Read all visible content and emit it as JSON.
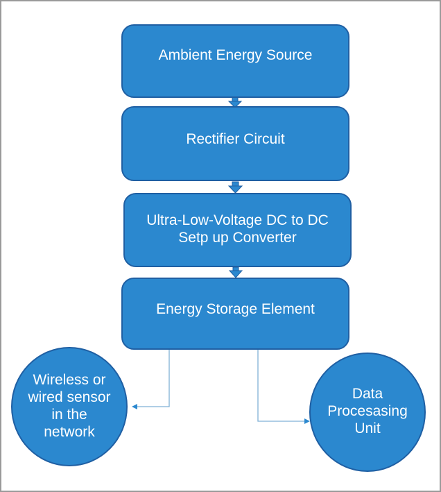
{
  "diagram": {
    "title": "Energy harvesting block diagram",
    "colors": {
      "box_fill": "#2b88cf",
      "box_border": "#1f5fa3",
      "connector": "#7fb0d6",
      "arrow": "#2b88cf",
      "frame_border": "#9a9a9a",
      "text": "#ffffff"
    },
    "boxes": [
      {
        "id": "ambient-energy-source",
        "label": "Ambient Energy Source"
      },
      {
        "id": "rectifier-circuit",
        "label": "Rectifier Circuit"
      },
      {
        "id": "dc-dc-converter",
        "label_line1": "Ultra-Low-Voltage DC to DC",
        "label_line2": "Setp up Converter"
      },
      {
        "id": "energy-storage-element",
        "label": "Energy Storage Element"
      }
    ],
    "circles": [
      {
        "id": "sensor",
        "label": "Wireless or\nwired sensor\nin the\nnetwork"
      },
      {
        "id": "data-processing-unit",
        "label": "Data\nProcesasing\nUnit"
      }
    ],
    "edges": [
      {
        "from": "ambient-energy-source",
        "to": "rectifier-circuit",
        "style": "block-arrow"
      },
      {
        "from": "rectifier-circuit",
        "to": "dc-dc-converter",
        "style": "block-arrow"
      },
      {
        "from": "dc-dc-converter",
        "to": "energy-storage-element",
        "style": "block-arrow"
      },
      {
        "from": "energy-storage-element",
        "to": "sensor",
        "style": "elbow-line-arrow"
      },
      {
        "from": "energy-storage-element",
        "to": "data-processing-unit",
        "style": "elbow-line-arrow"
      }
    ]
  }
}
